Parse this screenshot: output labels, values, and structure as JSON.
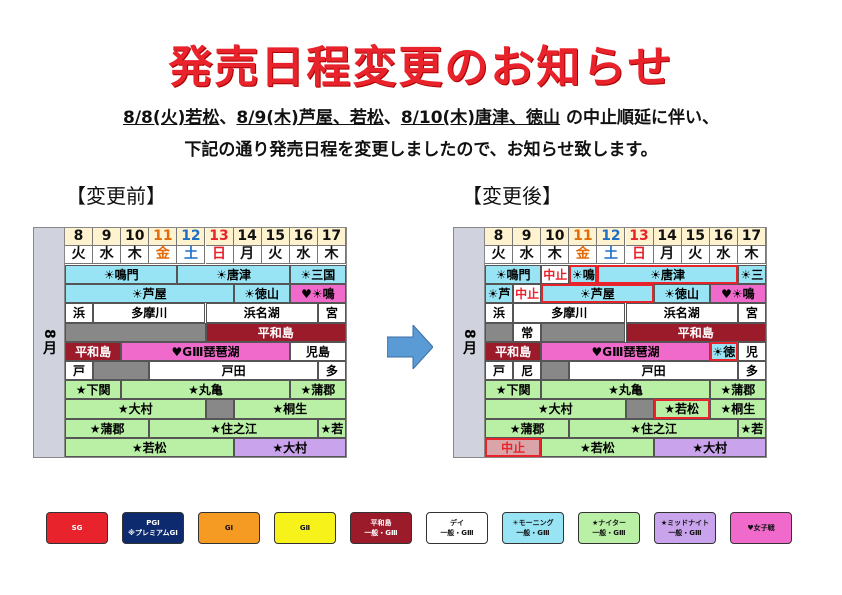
{
  "title": "発売日程変更のお知らせ",
  "subtitle1": {
    "part1": "8/8(火)若松",
    "part2": "、",
    "part3": "8/9(木)芦屋、若松",
    "part4": "、",
    "part5": "8/10(木)唐津、徳山",
    "part6": " の中止順延に伴い、"
  },
  "subtitle2": "下記の通り発売日程を変更しましたので、お知らせ致します。",
  "before_label": "【変更前】",
  "after_label": "【変更後】",
  "month_label": "8月",
  "days": [
    "8",
    "9",
    "10",
    "11",
    "12",
    "13",
    "14",
    "15",
    "16",
    "17"
  ],
  "weekdays": [
    "火",
    "水",
    "木",
    "金",
    "土",
    "日",
    "月",
    "火",
    "水",
    "木"
  ],
  "day_colors": [
    "#111111",
    "#111111",
    "#111111",
    "#e36c0a",
    "#1f6fc5",
    "#e8232b",
    "#111111",
    "#111111",
    "#111111",
    "#111111"
  ],
  "before_cells": [
    {
      "text": "☀鳴門",
      "c1": 0,
      "span": 4,
      "row": 0,
      "kind": "mor"
    },
    {
      "text": "☀唐津",
      "c1": 4,
      "span": 4,
      "row": 0,
      "kind": "mor"
    },
    {
      "text": "☀三国",
      "c1": 8,
      "span": 2,
      "row": 0,
      "kind": "mor"
    },
    {
      "text": "☀芦屋",
      "c1": 0,
      "span": 6,
      "row": 1,
      "kind": "mor"
    },
    {
      "text": "☀徳山",
      "c1": 6,
      "span": 2,
      "row": 1,
      "kind": "mor"
    },
    {
      "text": "♥☀鳴",
      "c1": 8,
      "span": 2,
      "row": 1,
      "kind": "lady"
    },
    {
      "text": "浜",
      "c1": 0,
      "span": 1,
      "row": 2,
      "kind": "day2"
    },
    {
      "text": "多摩川",
      "c1": 1,
      "span": 4,
      "row": 2,
      "kind": "day2"
    },
    {
      "text": "浜名湖",
      "c1": 5,
      "span": 4,
      "row": 2,
      "kind": "day2"
    },
    {
      "text": "宮",
      "c1": 9,
      "span": 1,
      "row": 2,
      "kind": "day2"
    },
    {
      "text": "",
      "c1": 0,
      "span": 5,
      "row": 3,
      "kind": "gray"
    },
    {
      "text": "平和島",
      "c1": 5,
      "span": 5,
      "row": 3,
      "kind": "heiwa"
    },
    {
      "text": "平和島",
      "c1": 0,
      "span": 2,
      "row": 4,
      "kind": "heiwa"
    },
    {
      "text": "♥GⅢ琵琶湖",
      "c1": 2,
      "span": 6,
      "row": 4,
      "kind": "lady"
    },
    {
      "text": "児島",
      "c1": 8,
      "span": 2,
      "row": 4,
      "kind": "day2"
    },
    {
      "text": "戸",
      "c1": 0,
      "span": 1,
      "row": 5,
      "kind": "day2"
    },
    {
      "text": "",
      "c1": 1,
      "span": 2,
      "row": 5,
      "kind": "gray"
    },
    {
      "text": "戸田",
      "c1": 3,
      "span": 6,
      "row": 5,
      "kind": "day2"
    },
    {
      "text": "多",
      "c1": 9,
      "span": 1,
      "row": 5,
      "kind": "day2"
    },
    {
      "text": "★下関",
      "c1": 0,
      "span": 2,
      "row": 6,
      "kind": "night"
    },
    {
      "text": "★丸亀",
      "c1": 2,
      "span": 6,
      "row": 6,
      "kind": "night"
    },
    {
      "text": "★蒲郡",
      "c1": 8,
      "span": 2,
      "row": 6,
      "kind": "night"
    },
    {
      "text": "★大村",
      "c1": 0,
      "span": 5,
      "row": 7,
      "kind": "night"
    },
    {
      "text": "",
      "c1": 5,
      "span": 1,
      "row": 7,
      "kind": "gray"
    },
    {
      "text": "★桐生",
      "c1": 6,
      "span": 4,
      "row": 7,
      "kind": "night"
    },
    {
      "text": "★蒲郡",
      "c1": 0,
      "span": 3,
      "row": 8,
      "kind": "night"
    },
    {
      "text": "★住之江",
      "c1": 3,
      "span": 6,
      "row": 8,
      "kind": "night"
    },
    {
      "text": "★若",
      "c1": 9,
      "span": 1,
      "row": 8,
      "kind": "night"
    },
    {
      "text": "★若松",
      "c1": 0,
      "span": 6,
      "row": 9,
      "kind": "night"
    },
    {
      "text": "★大村",
      "c1": 6,
      "span": 4,
      "row": 9,
      "kind": "mid"
    }
  ],
  "after_cells": [
    {
      "text": "☀鳴門",
      "c1": 0,
      "span": 2,
      "row": 0,
      "kind": "mor"
    },
    {
      "text": "中止",
      "c1": 2,
      "span": 1,
      "row": 0,
      "kind": "stop"
    },
    {
      "text": "☀鳴",
      "c1": 3,
      "span": 1,
      "row": 0,
      "kind": "mor",
      "red": true
    },
    {
      "text": "☀唐津",
      "c1": 4,
      "span": 5,
      "row": 0,
      "kind": "mor",
      "red": true
    },
    {
      "text": "☀三",
      "c1": 9,
      "span": 1,
      "row": 0,
      "kind": "mor"
    },
    {
      "text": "☀芦",
      "c1": 0,
      "span": 1,
      "row": 1,
      "kind": "mor"
    },
    {
      "text": "中止",
      "c1": 1,
      "span": 1,
      "row": 1,
      "kind": "stop"
    },
    {
      "text": "☀芦屋",
      "c1": 2,
      "span": 4,
      "row": 1,
      "kind": "mor",
      "red": true
    },
    {
      "text": "☀徳山",
      "c1": 6,
      "span": 2,
      "row": 1,
      "kind": "mor"
    },
    {
      "text": "♥☀鳴",
      "c1": 8,
      "span": 2,
      "row": 1,
      "kind": "lady"
    },
    {
      "text": "浜",
      "c1": 0,
      "span": 1,
      "row": 2,
      "kind": "day2"
    },
    {
      "text": "多摩川",
      "c1": 1,
      "span": 4,
      "row": 2,
      "kind": "day2"
    },
    {
      "text": "浜名湖",
      "c1": 5,
      "span": 4,
      "row": 2,
      "kind": "day2"
    },
    {
      "text": "宮",
      "c1": 9,
      "span": 1,
      "row": 2,
      "kind": "day2"
    },
    {
      "text": "",
      "c1": 0,
      "span": 1,
      "row": 3,
      "kind": "gray"
    },
    {
      "text": "常",
      "c1": 1,
      "span": 1,
      "row": 3,
      "kind": "day2"
    },
    {
      "text": "",
      "c1": 2,
      "span": 3,
      "row": 3,
      "kind": "gray"
    },
    {
      "text": "平和島",
      "c1": 5,
      "span": 5,
      "row": 3,
      "kind": "heiwa"
    },
    {
      "text": "平和島",
      "c1": 0,
      "span": 2,
      "row": 4,
      "kind": "heiwa"
    },
    {
      "text": "♥GⅢ琵琶湖",
      "c1": 2,
      "span": 6,
      "row": 4,
      "kind": "lady"
    },
    {
      "text": "☀徳",
      "c1": 8,
      "span": 1,
      "row": 4,
      "kind": "mor",
      "red": true
    },
    {
      "text": "児",
      "c1": 9,
      "span": 1,
      "row": 4,
      "kind": "day2"
    },
    {
      "text": "戸",
      "c1": 0,
      "span": 1,
      "row": 5,
      "kind": "day2"
    },
    {
      "text": "尼",
      "c1": 1,
      "span": 1,
      "row": 5,
      "kind": "day2"
    },
    {
      "text": "",
      "c1": 2,
      "span": 1,
      "row": 5,
      "kind": "gray"
    },
    {
      "text": "戸田",
      "c1": 3,
      "span": 6,
      "row": 5,
      "kind": "day2"
    },
    {
      "text": "多",
      "c1": 9,
      "span": 1,
      "row": 5,
      "kind": "day2"
    },
    {
      "text": "★下関",
      "c1": 0,
      "span": 2,
      "row": 6,
      "kind": "night"
    },
    {
      "text": "★丸亀",
      "c1": 2,
      "span": 6,
      "row": 6,
      "kind": "night"
    },
    {
      "text": "★蒲郡",
      "c1": 8,
      "span": 2,
      "row": 6,
      "kind": "night"
    },
    {
      "text": "★大村",
      "c1": 0,
      "span": 5,
      "row": 7,
      "kind": "night"
    },
    {
      "text": "",
      "c1": 5,
      "span": 1,
      "row": 7,
      "kind": "gray"
    },
    {
      "text": "★若松",
      "c1": 6,
      "span": 2,
      "row": 7,
      "kind": "night",
      "red": true
    },
    {
      "text": "★桐生",
      "c1": 8,
      "span": 2,
      "row": 7,
      "kind": "night"
    },
    {
      "text": "★蒲郡",
      "c1": 0,
      "span": 3,
      "row": 8,
      "kind": "night"
    },
    {
      "text": "★住之江",
      "c1": 3,
      "span": 6,
      "row": 8,
      "kind": "night"
    },
    {
      "text": "★若",
      "c1": 9,
      "span": 1,
      "row": 8,
      "kind": "night"
    },
    {
      "text": "中止",
      "c1": 0,
      "span": 2,
      "row": 9,
      "kind": "stopbg",
      "red": true
    },
    {
      "text": "★若松",
      "c1": 2,
      "span": 4,
      "row": 9,
      "kind": "night"
    },
    {
      "text": "★大村",
      "c1": 6,
      "span": 4,
      "row": 9,
      "kind": "mid"
    }
  ],
  "legend": [
    {
      "text": "SG",
      "bg": "#e8232b",
      "fg": "#ffffff"
    },
    {
      "text": "PGⅠ\n※プレミアムGⅠ",
      "bg": "#0d2a6e",
      "fg": "#ffffff"
    },
    {
      "text": "GⅠ",
      "bg": "#f59a23",
      "fg": "#111111"
    },
    {
      "text": "GⅡ",
      "bg": "#f7f21a",
      "fg": "#111111"
    },
    {
      "text": "平和島\n一般・GⅢ",
      "bg": "#9b1b2b",
      "fg": "#ffffff"
    },
    {
      "text": "デイ\n一般・GⅢ",
      "bg": "#ffffff",
      "fg": "#111111"
    },
    {
      "text": "☀モーニング\n一般・GⅢ",
      "bg": "#98e4f4",
      "fg": "#111111"
    },
    {
      "text": "★ナイター\n一般・GⅢ",
      "bg": "#b9f0a6",
      "fg": "#111111"
    },
    {
      "text": "★ミッドナイト\n一般・GⅢ",
      "bg": "#c9a4ec",
      "fg": "#111111"
    },
    {
      "text": "♥女子戦",
      "bg": "#f06acb",
      "fg": "#111111"
    }
  ]
}
